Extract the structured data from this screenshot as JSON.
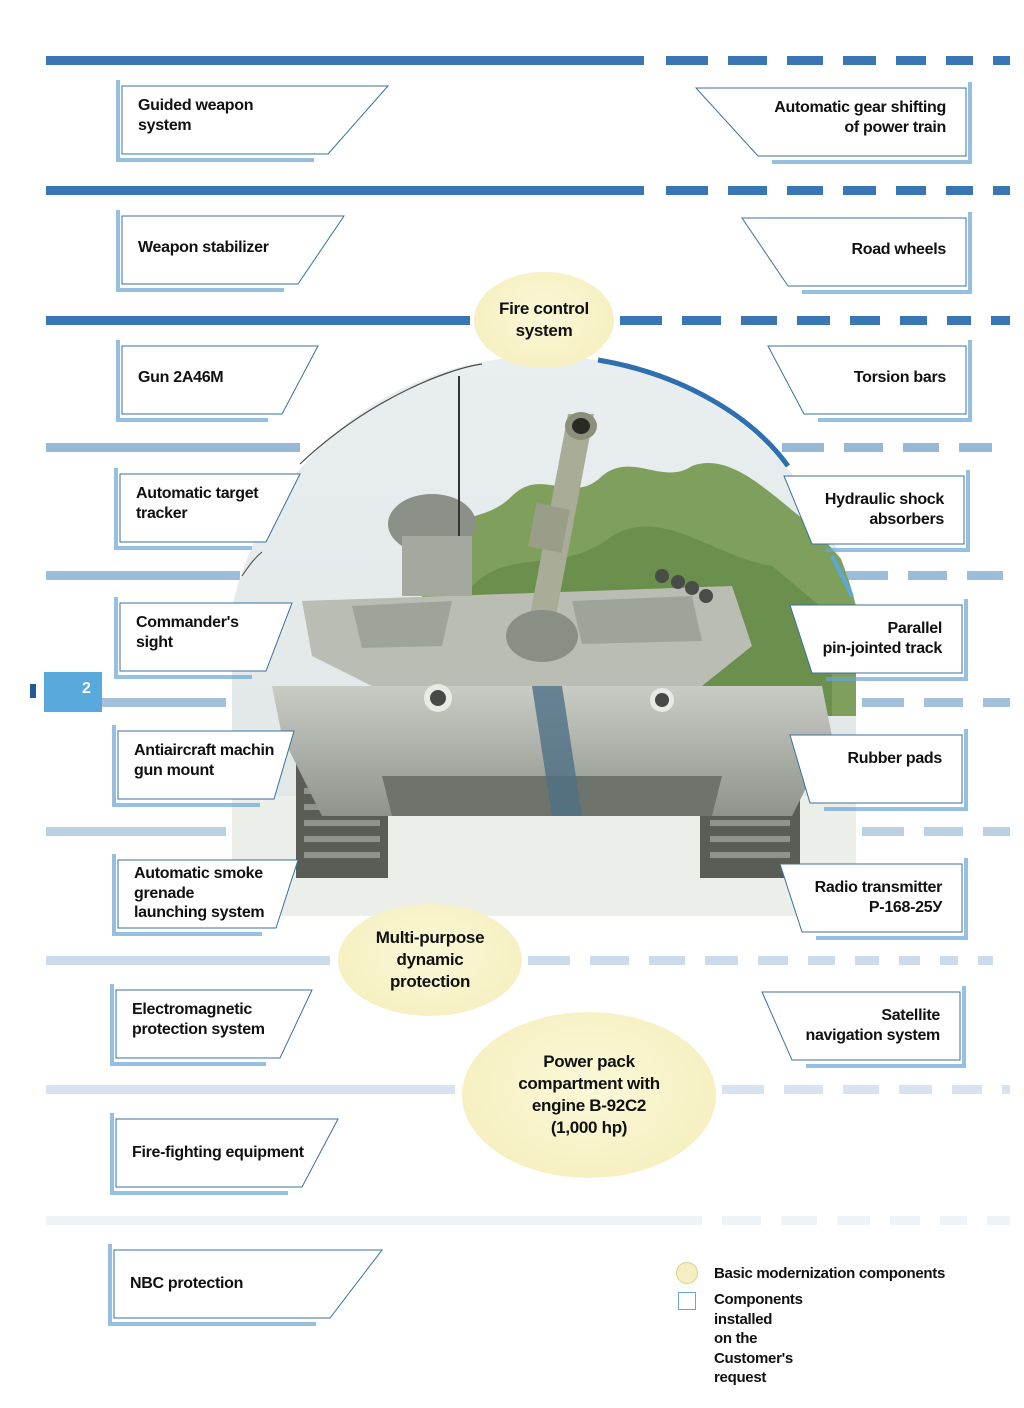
{
  "page_number": "2",
  "left_labels": [
    "Guided weapon\nsystem",
    "Weapon stabilizer",
    "Gun 2A46M",
    "Automatic target\ntracker",
    "Commander's\nsight",
    "Antiaircraft machin\ngun mount",
    "Automatic smoke\ngrenade\nlaunching system",
    "Electromagnetic\nprotection system",
    "Fire-fighting equipment",
    "NBC protection"
  ],
  "right_labels": [
    "Automatic gear shifting\nof power train",
    "Road wheels",
    "Torsion bars",
    "Hydraulic shock\nabsorbers",
    "Parallel\npin-jointed track",
    "Rubber pads",
    "Radio transmitter\nP-168-25У",
    "Satellite\nnavigation system"
  ],
  "basic_components": [
    "Fire control\nsystem",
    "Multi-purpose\ndynamic\nprotection",
    "Power pack\ncompartment with\nengine В-92С2\n(1,000 hp)"
  ],
  "legend": {
    "basic": "Basic modernization components",
    "optional": "Components installed\non the Customer's request"
  },
  "photo": {
    "subject": "tank-front-view"
  },
  "colors": {
    "rule_blue": "#2e6faf",
    "rule_light": "#c5d9ee",
    "box_border": "#6aa5d6",
    "bubble_fill": "#f6f0c2",
    "tab_blue": "#5aa9dc"
  }
}
